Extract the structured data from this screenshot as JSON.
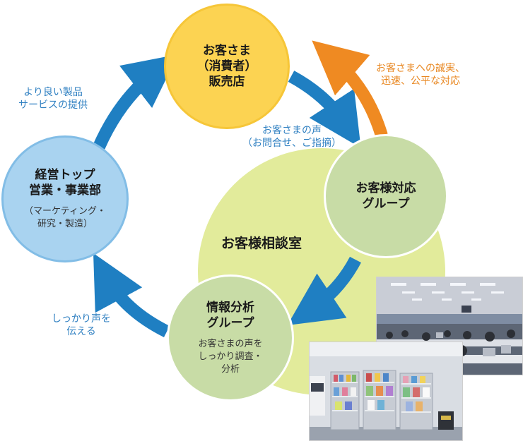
{
  "colors": {
    "blue_arrow": "#1f7fc2",
    "orange_arrow": "#ef8a22",
    "blue_text": "#2e7fc1",
    "orange_text": "#e8861f",
    "customer_fill": "#fcd352",
    "management_fill": "#a9d3f0",
    "support_fill": "#c8dca6",
    "center_fill": "#e2eb9b"
  },
  "nodes": {
    "customer": {
      "title": "お客さま\n（消費者）\n販売店"
    },
    "management": {
      "title": "経営トップ\n営業・事業部",
      "subtitle": "（マーケティング・\n研究・製造）"
    },
    "support_group": {
      "title": "お客様対応\nグループ"
    },
    "analysis_group": {
      "title": "情報分析\nグループ",
      "subtitle": "お客さまの声を\nしっかり調査・\n分析"
    }
  },
  "center_label": "お客様相談室",
  "edges": {
    "to_customer": "より良い製品\nサービスの提供",
    "customer_to_support": "お客さまの声\n（お問合せ、ご指摘）",
    "support_to_customer": "お客さまへの誠実、\n迅速、公平な対応",
    "analysis_to_management": "しっかり声を\n伝える"
  },
  "photos": [
    {
      "name": "call-center-office-photo",
      "subject": "office"
    },
    {
      "name": "product-shelves-photo",
      "subject": "shelves"
    }
  ]
}
